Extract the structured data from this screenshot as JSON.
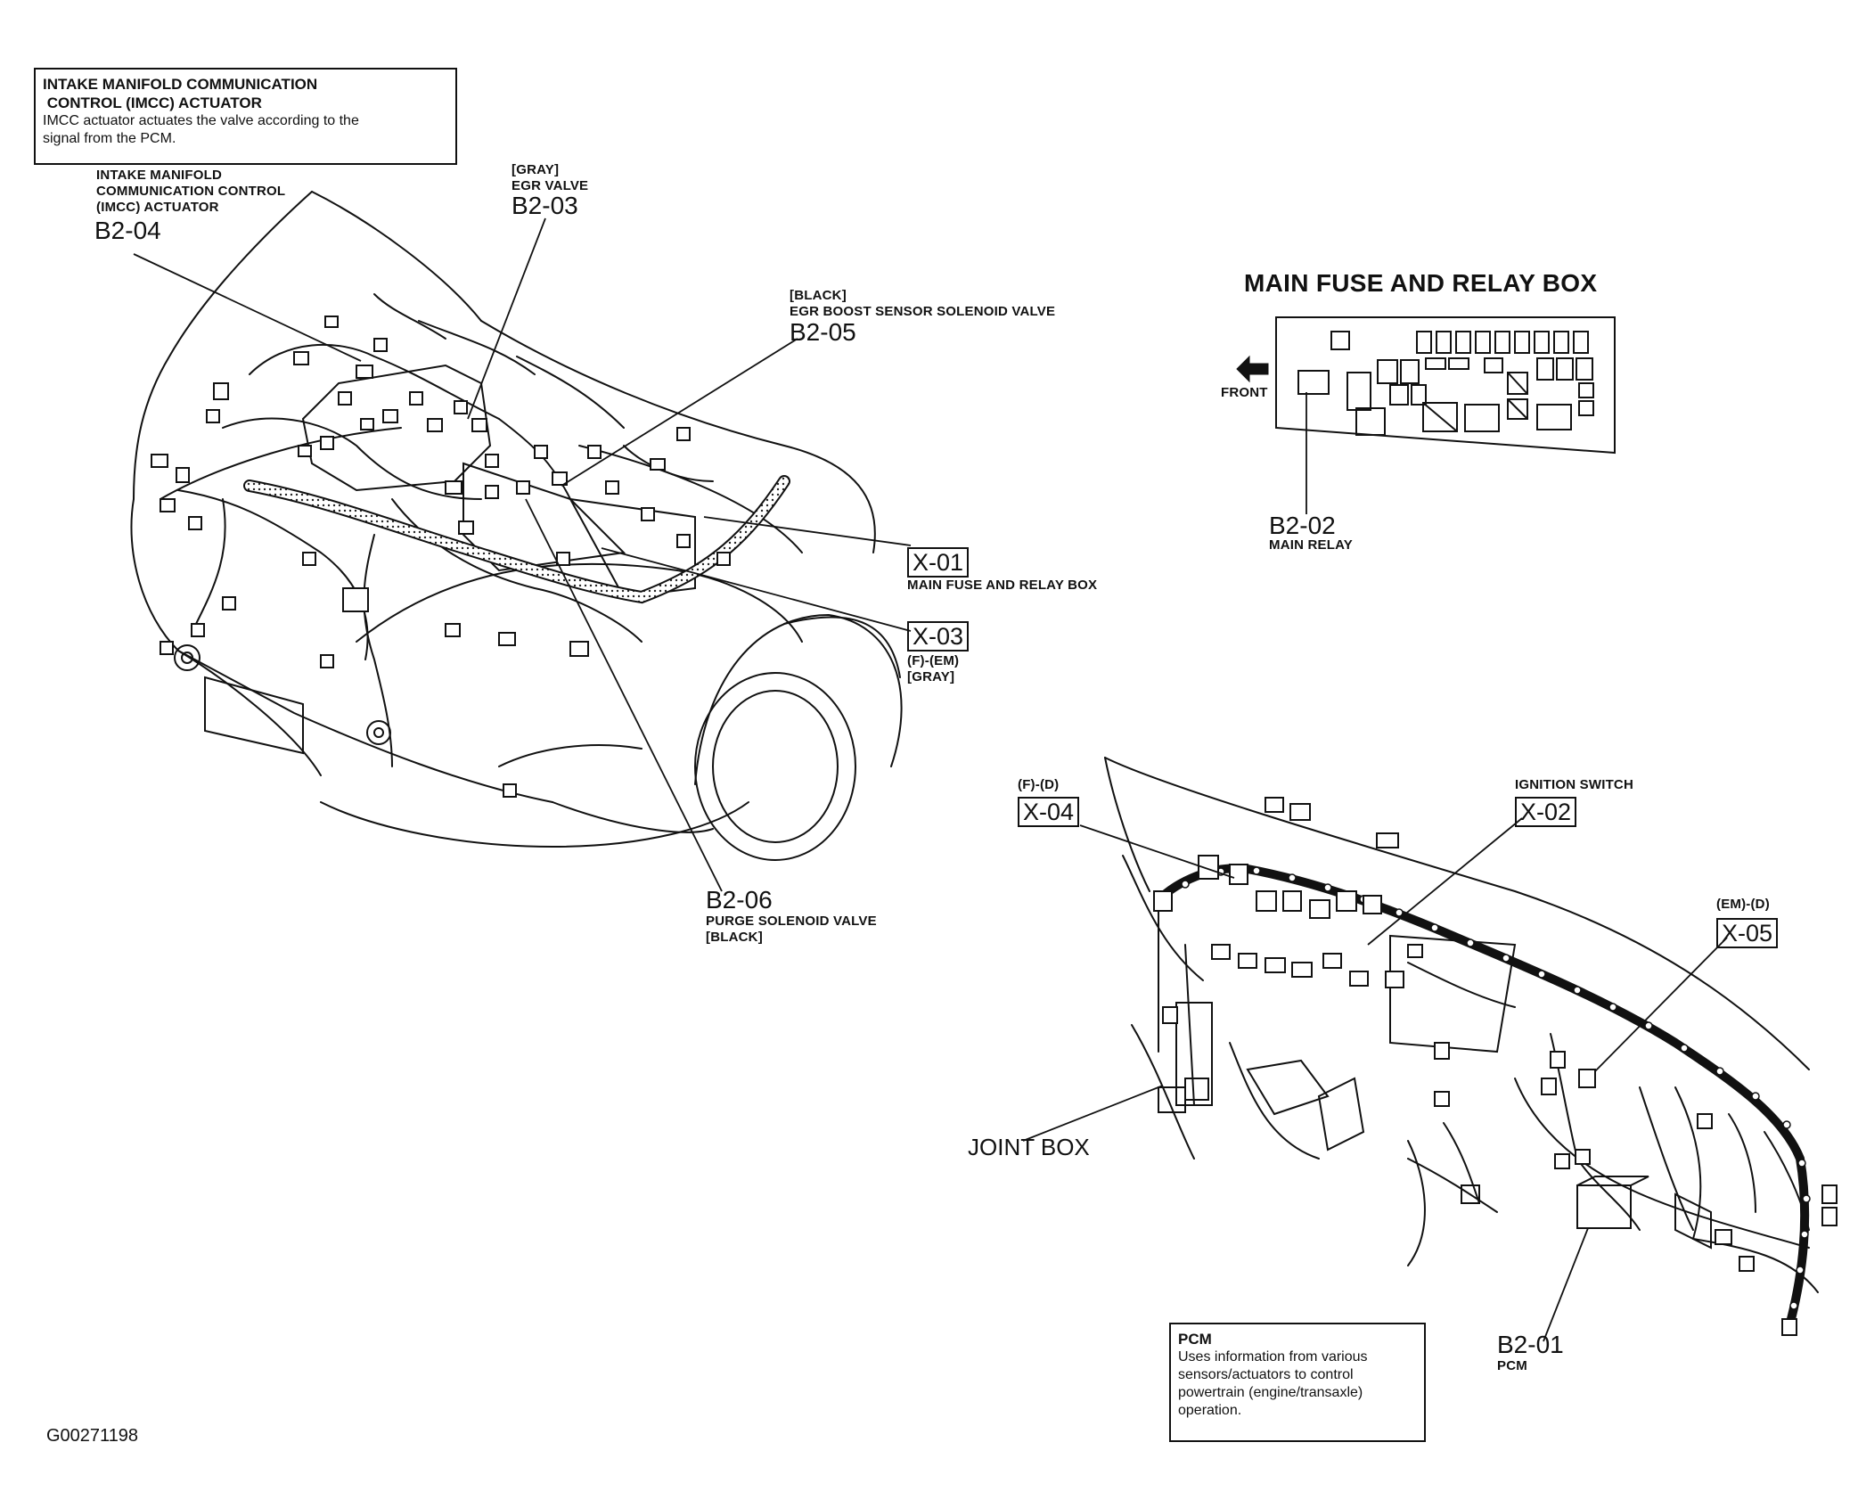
{
  "imcc_note": {
    "title": "INTAKE MANIFOLD COMMUNICATION\n CONTROL (IMCC) ACTUATOR",
    "text": "IMCC actuator actuates the valve according to the\nsignal from the PCM."
  },
  "pcm_note": {
    "title": "PCM",
    "text": "Uses information from various\nsensors/actuators to control\npowertrain (engine/transaxle)\noperation."
  },
  "labels": {
    "b2_04_desc": "INTAKE MANIFOLD\nCOMMUNICATION CONTROL\n(IMCC) ACTUATOR",
    "b2_04": "B2-04",
    "b2_03_desc": "[GRAY]\nEGR VALVE",
    "b2_03": "B2-03",
    "b2_05_desc": "[BLACK]\nEGR BOOST SENSOR SOLENOID VALVE",
    "b2_05": "B2-05",
    "x01": "X-01",
    "x01_desc": "MAIN FUSE AND RELAY BOX",
    "x03": "X-03",
    "x03_desc": "(F)-(EM)\n[GRAY]",
    "b2_06": "B2-06",
    "b2_06_desc": "PURGE SOLENOID VALVE\n[BLACK]",
    "fuse_box_title": "MAIN FUSE AND RELAY BOX",
    "front": "FRONT",
    "b2_02": "B2-02",
    "b2_02_desc": "MAIN RELAY",
    "x04_desc": "(F)-(D)",
    "x04": "X-04",
    "ignition": "IGNITION SWITCH",
    "x02": "X-02",
    "x05_desc": "(EM)-(D)",
    "x05": "X-05",
    "joint_box": "JOINT BOX",
    "b2_01": "B2-01",
    "b2_01_desc": "PCM",
    "figure_id": "G00271198"
  }
}
